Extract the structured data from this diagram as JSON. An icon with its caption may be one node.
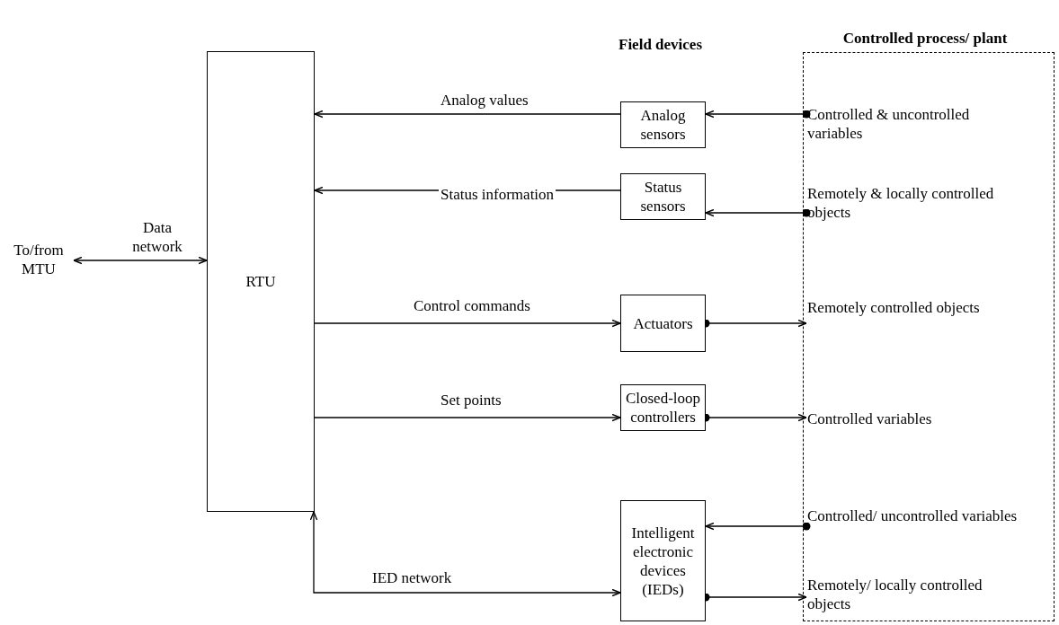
{
  "diagram": {
    "nodes": [
      {
        "text": [
          "To/from MTU"
        ]
      },
      {
        "text": [
          "RTU"
        ]
      },
      {
        "text": [
          "Analog sensors"
        ]
      },
      {
        "text": [
          "Status sensors"
        ]
      },
      {
        "text": [
          "Actuators"
        ]
      },
      {
        "text": [
          "Closed-loop controllers"
        ]
      },
      {
        "text": [
          "Intelligent electronic devices (IEDs)"
        ]
      },
      {
        "text": [
          "Controlled process/ plant"
        ]
      },
      {
        "text": [
          "Controlled & uncontrolled variables"
        ],
        "in": 7
      },
      {
        "text": [
          "Remotely & locally controlled objects"
        ],
        "in": 7
      },
      {
        "text": [
          "Remotely controlled objects"
        ],
        "in": 7
      },
      {
        "text": [
          "Controlled variables"
        ],
        "in": 7
      },
      {
        "text": [
          "Controlled/ uncontrolled variables"
        ],
        "in": 7
      },
      {
        "text": [
          "Remotely/ locally controlled objects"
        ],
        "in": 7
      }
    ],
    "edges": [
      {
        "from": 0,
        "to": 1,
        "arrow": "both",
        "label": "Data network"
      },
      {
        "from": 2,
        "to": 1,
        "arrow": "to",
        "label": "Analog values"
      },
      {
        "from": 3,
        "to": 1,
        "arrow": "to",
        "label": "Status information"
      },
      {
        "from": 1,
        "to": 4,
        "arrow": "to",
        "label": "Control commands"
      },
      {
        "from": 1,
        "to": 5,
        "arrow": "to",
        "label": "Set points"
      },
      {
        "from": 1,
        "to": 6,
        "arrow": "both",
        "label": "IED network"
      },
      {
        "from": 8,
        "to": 2,
        "arrow": "to"
      },
      {
        "from": 9,
        "to": 3,
        "arrow": "to"
      },
      {
        "from": 4,
        "to": 10,
        "arrow": "to"
      },
      {
        "from": 5,
        "to": 11,
        "arrow": "to"
      },
      {
        "from": 12,
        "to": 6,
        "arrow": "to"
      },
      {
        "from": 6,
        "to": 13,
        "arrow": "to"
      }
    ],
    "labels": [
      "Field devices"
    ]
  }
}
